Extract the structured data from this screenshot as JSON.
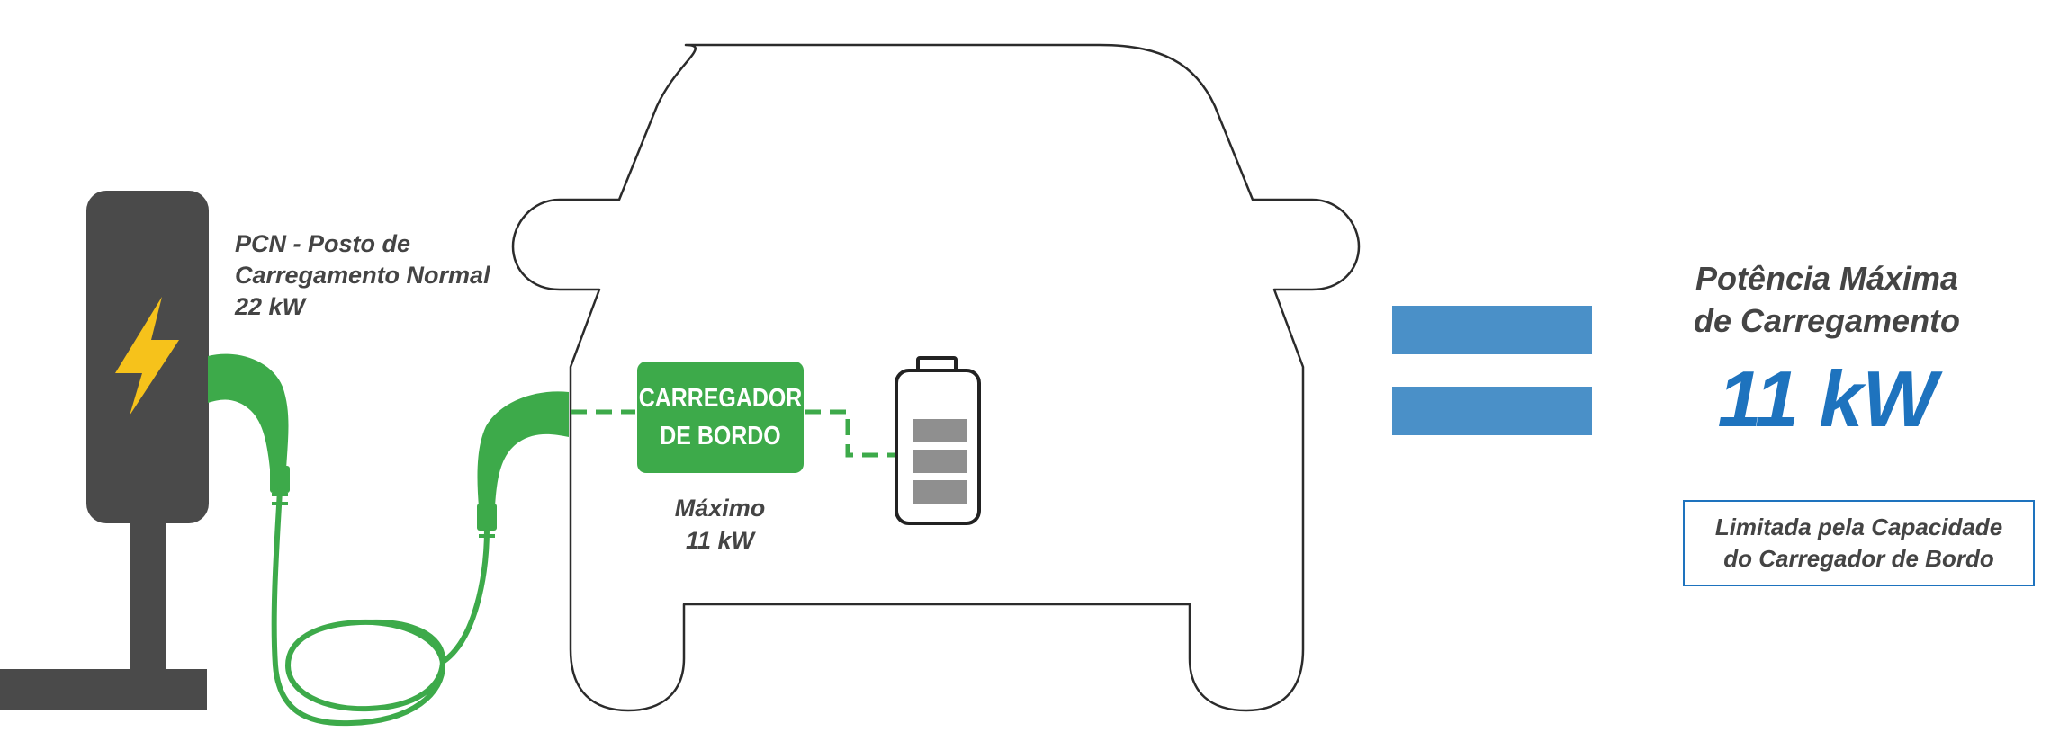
{
  "station": {
    "label_line1": "PCN - Posto de",
    "label_line2": "Carregamento Normal",
    "label_line3": "22 kW",
    "icon": "lightning-bolt-icon"
  },
  "onboard_charger": {
    "line1": "CARREGADOR",
    "line2": "DE BORDO",
    "max_line1": "Máximo",
    "max_line2": "11 kW"
  },
  "battery": {
    "icon": "battery-icon",
    "charge_bars": 3
  },
  "result": {
    "title_line1": "Potência Máxima",
    "title_line2": "de Carregamento",
    "value": "11 kW",
    "note_line1": "Limitada pela Capacidade",
    "note_line2": "do Carregador de Bordo"
  },
  "colors": {
    "station": "#4a4a4a",
    "bolt": "#f6c21b",
    "cable": "#3daa4a",
    "charger_box": "#3daa4a",
    "equals_sign": "#4a90c8",
    "accent_blue": "#1e73be",
    "text": "#444444",
    "battery_cells": "#8f8f8f"
  }
}
